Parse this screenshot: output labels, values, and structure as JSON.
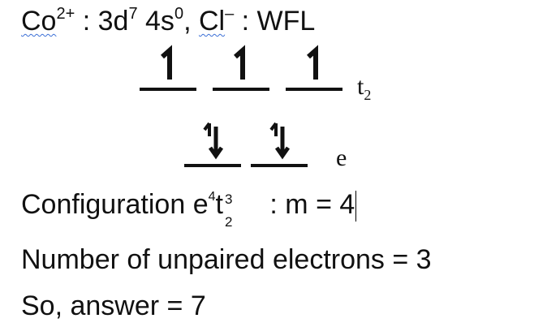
{
  "header": {
    "ion": "Co",
    "ion_charge": "2+",
    "sep1": " : 3d",
    "d_count": "7",
    "s_part": " 4s",
    "s_count": "0",
    "comma": ", ",
    "ligand": "Cl",
    "ligand_charge": "–",
    "sep2": " : ",
    "field": "WFL"
  },
  "diagram": {
    "upper_label_main": "t",
    "upper_label_sub": "2",
    "lower_label": "e",
    "upper_orbitals": [
      "1 up",
      "1 up",
      "1 up"
    ],
    "lower_orbitals": [
      "up-down",
      "up-down"
    ]
  },
  "configuration": {
    "label": "Configuration  ",
    "e_base": "e",
    "e_exp": "4",
    "t_base": "t",
    "t_exp": "3",
    "t_sub": "2",
    "result": " : m = 4"
  },
  "unpaired": {
    "text": "Number of unpaired electrons = 3"
  },
  "answer": {
    "text": "So, answer = 7"
  }
}
